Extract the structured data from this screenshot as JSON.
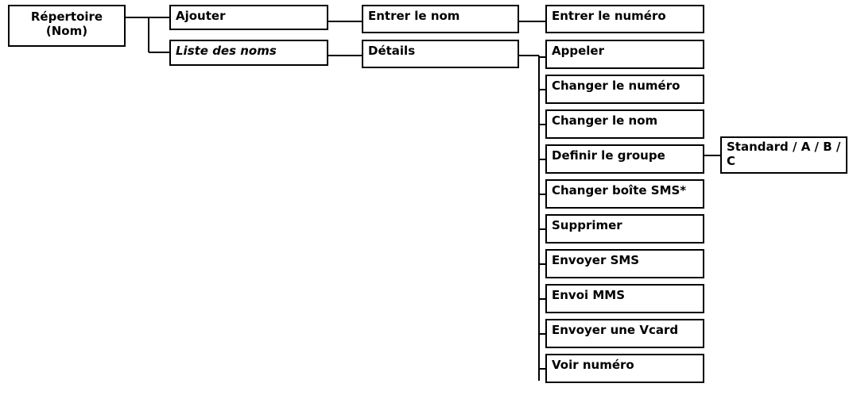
{
  "colors": {
    "line": "#000000",
    "border": "#000000",
    "background": "#ffffff",
    "text": "#000000"
  },
  "menu": {
    "root": "Répertoire (Nom)",
    "add": "Ajouter",
    "name_list": "Liste des noms",
    "enter_name": "Entrer le nom",
    "enter_number": "Entrer le numéro",
    "details": "Détails",
    "group_options": "Standard / A / B / C",
    "details_items": [
      "Appeler",
      "Changer le numéro",
      "Changer le nom",
      "Definir le groupe",
      "Changer boîte SMS*",
      "Supprimer",
      "Envoyer SMS",
      "Envoi MMS",
      "Envoyer une Vcard",
      "Voir numéro"
    ]
  }
}
